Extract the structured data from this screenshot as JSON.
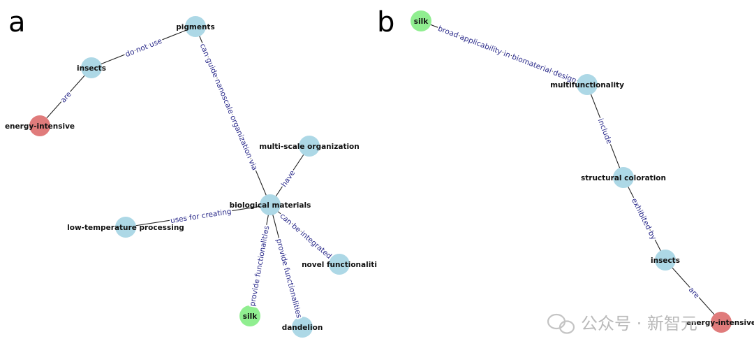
{
  "colors": {
    "node_blue": "#add8e6",
    "node_green": "#90ee90",
    "node_red": "#e07b7b",
    "edge": "#222222",
    "edge_label": "#2a2a8a"
  },
  "panels": [
    {
      "letter": "a",
      "nodes": [
        {
          "id": "pigments",
          "label": "pigments",
          "color": "blue"
        },
        {
          "id": "insects",
          "label": "insects",
          "color": "blue"
        },
        {
          "id": "energy",
          "label": "energy-intensive",
          "color": "red"
        },
        {
          "id": "msorg",
          "label": "multi-scale organization",
          "color": "blue"
        },
        {
          "id": "biomat",
          "label": "biological materials",
          "color": "blue"
        },
        {
          "id": "lowtemp",
          "label": "low-temperature processing",
          "color": "blue"
        },
        {
          "id": "novel",
          "label": "novel functionaliti",
          "color": "blue"
        },
        {
          "id": "silk",
          "label": "silk",
          "color": "green"
        },
        {
          "id": "dandelion",
          "label": "dandelion",
          "color": "blue"
        }
      ],
      "edges": [
        {
          "source": "pigments",
          "target": "insects",
          "label": "do not use"
        },
        {
          "source": "insects",
          "target": "energy",
          "label": "are"
        },
        {
          "source": "pigments",
          "target": "biomat",
          "label": "can guide nanoscale organization via"
        },
        {
          "source": "msorg",
          "target": "biomat",
          "label": "have"
        },
        {
          "source": "lowtemp",
          "target": "biomat",
          "label": "uses for creating"
        },
        {
          "source": "biomat",
          "target": "novel",
          "label": "can be integrated"
        },
        {
          "source": "biomat",
          "target": "silk",
          "label": "provide functionalities"
        },
        {
          "source": "biomat",
          "target": "dandelion",
          "label": "provide functionalities"
        }
      ]
    },
    {
      "letter": "b",
      "nodes": [
        {
          "id": "silk",
          "label": "silk",
          "color": "green"
        },
        {
          "id": "multi",
          "label": "multifunctionality",
          "color": "blue"
        },
        {
          "id": "struct",
          "label": "structural coloration",
          "color": "blue"
        },
        {
          "id": "insects",
          "label": "insects",
          "color": "blue"
        },
        {
          "id": "energy",
          "label": "energy-intensive",
          "color": "red"
        }
      ],
      "edges": [
        {
          "source": "silk",
          "target": "multi",
          "label": "broad applicability in biomaterial design"
        },
        {
          "source": "multi",
          "target": "struct",
          "label": "include"
        },
        {
          "source": "struct",
          "target": "insects",
          "label": "exhibited by"
        },
        {
          "source": "insects",
          "target": "energy",
          "label": "are"
        }
      ]
    }
  ],
  "watermark": {
    "text": "公众号 · 新智元",
    "icon": "wechat-icon"
  }
}
